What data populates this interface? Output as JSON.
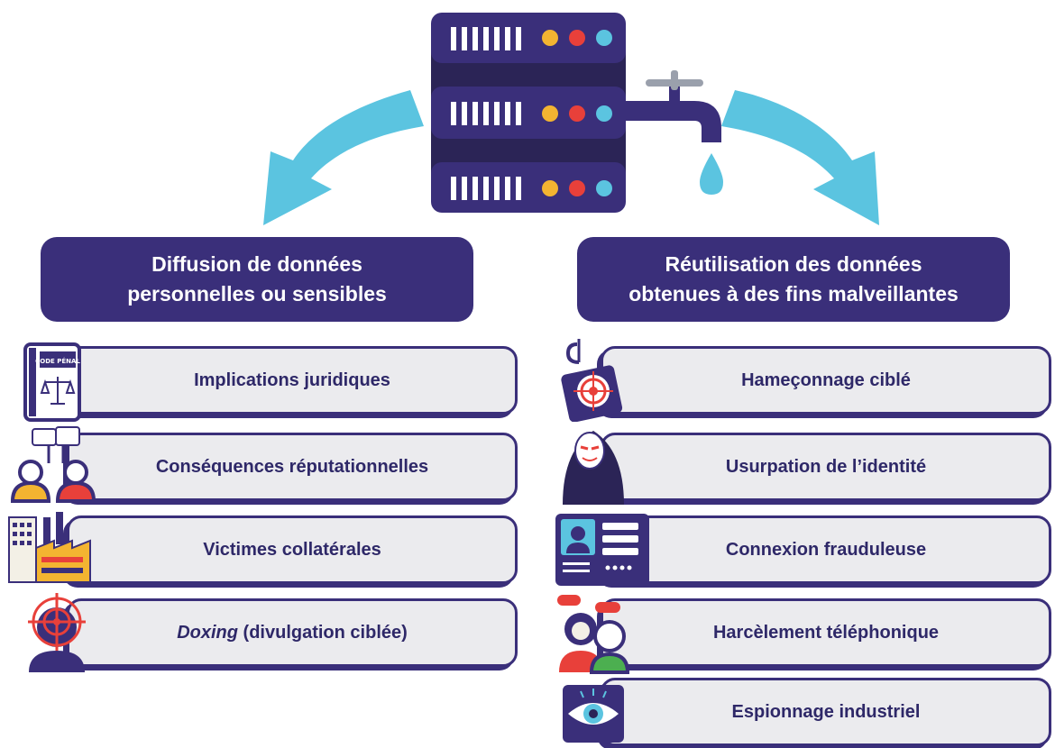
{
  "left": {
    "header_line1": "Diffusion de données",
    "header_line2": "personnelles ou sensibles",
    "items": [
      {
        "label": "Implications juridiques",
        "icon": "code-penal-book-icon"
      },
      {
        "label": "Conséquences réputationnelles",
        "icon": "people-speech-icon"
      },
      {
        "label": "Victimes collatérales",
        "icon": "factory-buildings-icon"
      },
      {
        "label_em": "Doxing",
        "label_rest": " (divulgation ciblée)",
        "icon": "target-person-icon"
      }
    ],
    "book_label": "CODE PÉNAL"
  },
  "right": {
    "header_line1": "Réutilisation des données",
    "header_line2": "obtenues à des fins malveillantes",
    "items": [
      {
        "label": "Hameçonnage ciblé",
        "icon": "phishing-hook-icon"
      },
      {
        "label": "Usurpation de l’identité",
        "icon": "masked-hacker-icon"
      },
      {
        "label": "Connexion frauduleuse",
        "icon": "id-card-login-icon"
      },
      {
        "label": "Harcèlement téléphonique",
        "icon": "phone-harassment-icon"
      },
      {
        "label": "Espionnage industriel",
        "icon": "eye-icon"
      }
    ]
  },
  "colors": {
    "navy": "#3a2f7a",
    "server_dark": "#2b2456",
    "arrow": "#5bc4e0",
    "item_bg": "#ebebee",
    "yellow": "#f3b431",
    "red": "#e8403a",
    "cyan": "#5bc4e0"
  }
}
